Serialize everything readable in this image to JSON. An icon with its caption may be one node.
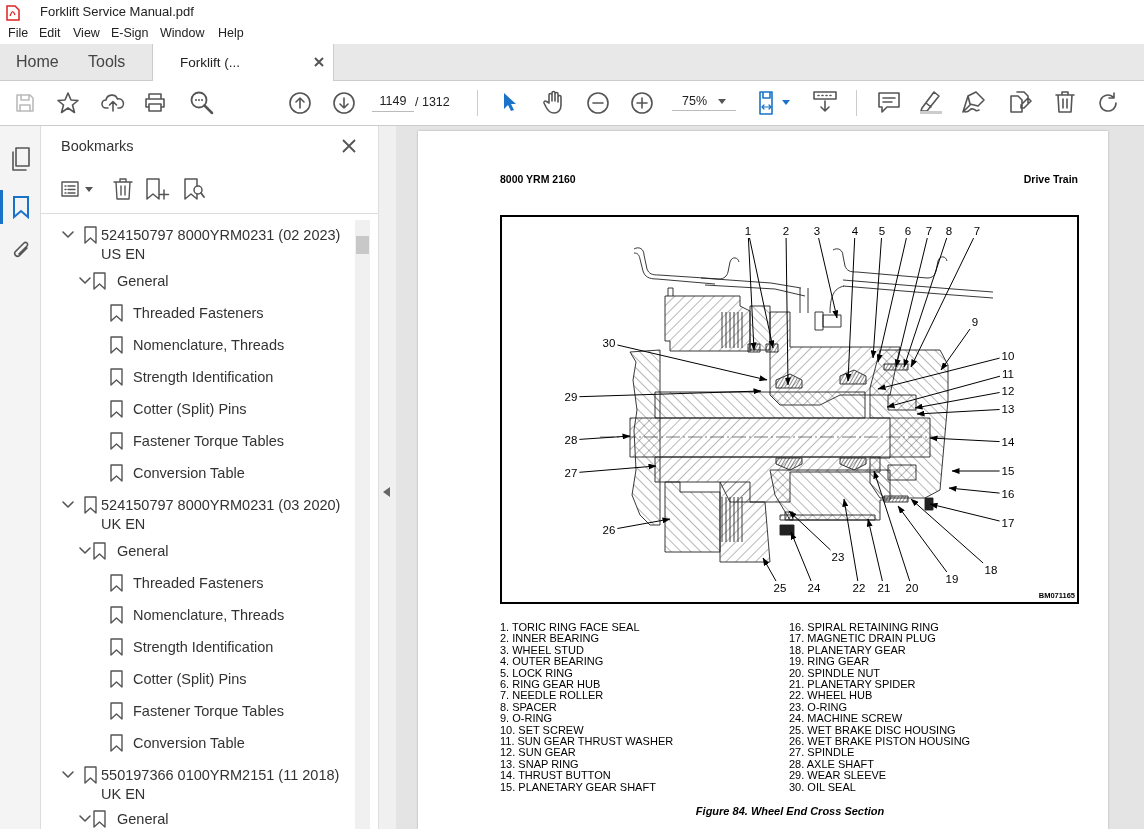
{
  "diagram": {
    "caption": "Figure 84. Wheel End Cross Section",
    "nodes": [
      {
        "text": [
          "1"
        ]
      },
      {
        "text": [
          "2"
        ]
      },
      {
        "text": [
          "3"
        ]
      },
      {
        "text": [
          "4"
        ]
      },
      {
        "text": [
          "5"
        ]
      },
      {
        "text": [
          "6"
        ]
      },
      {
        "text": [
          "7"
        ]
      },
      {
        "text": [
          "8"
        ]
      },
      {
        "text": [
          "7"
        ]
      },
      {
        "text": [
          "9"
        ]
      },
      {
        "text": [
          "10"
        ]
      },
      {
        "text": [
          "11"
        ]
      },
      {
        "text": [
          "12"
        ]
      },
      {
        "text": [
          "13"
        ]
      },
      {
        "text": [
          "14"
        ]
      },
      {
        "text": [
          "15"
        ]
      },
      {
        "text": [
          "16"
        ]
      },
      {
        "text": [
          "17"
        ]
      },
      {
        "text": [
          "18"
        ]
      },
      {
        "text": [
          "19"
        ]
      },
      {
        "text": [
          "20"
        ]
      },
      {
        "text": [
          "21"
        ]
      },
      {
        "text": [
          "22"
        ]
      },
      {
        "text": [
          "23"
        ]
      },
      {
        "text": [
          "24"
        ]
      },
      {
        "text": [
          "25"
        ]
      },
      {
        "text": [
          "26"
        ]
      },
      {
        "text": [
          "27"
        ]
      },
      {
        "text": [
          "28"
        ]
      },
      {
        "text": [
          "29"
        ]
      },
      {
        "text": [
          "30"
        ]
      }
    ],
    "edges": [
      {
        "from": 0,
        "to": null,
        "arrow": "to"
      },
      {
        "from": 0,
        "to": null,
        "arrow": "to"
      },
      {
        "from": 1,
        "to": null,
        "arrow": "to"
      },
      {
        "from": 2,
        "to": null,
        "arrow": "to"
      },
      {
        "from": 3,
        "to": null,
        "arrow": "to"
      },
      {
        "from": 4,
        "to": null,
        "arrow": "to"
      },
      {
        "from": 5,
        "to": null,
        "arrow": "to"
      },
      {
        "from": 6,
        "to": null,
        "arrow": "to"
      },
      {
        "from": 7,
        "to": null,
        "arrow": "to"
      },
      {
        "from": 8,
        "to": null,
        "arrow": "to"
      },
      {
        "from": 9,
        "to": null,
        "arrow": "to"
      },
      {
        "from": 10,
        "to": null,
        "arrow": "to"
      },
      {
        "from": 11,
        "to": null,
        "arrow": "to"
      },
      {
        "from": 12,
        "to": null,
        "arrow": "to"
      },
      {
        "from": 13,
        "to": null,
        "arrow": "to"
      },
      {
        "from": 14,
        "to": null,
        "arrow": "to"
      },
      {
        "from": 15,
        "to": null,
        "arrow": "to"
      },
      {
        "from": 16,
        "to": null,
        "arrow": "to"
      },
      {
        "from": 17,
        "to": null,
        "arrow": "to"
      },
      {
        "from": 18,
        "to": null,
        "arrow": "to"
      },
      {
        "from": 19,
        "to": null,
        "arrow": "to"
      },
      {
        "from": 20,
        "to": null,
        "arrow": "to"
      },
      {
        "from": 21,
        "to": null,
        "arrow": "to"
      },
      {
        "from": 22,
        "to": null,
        "arrow": "to"
      },
      {
        "from": 23,
        "to": null,
        "arrow": "to"
      },
      {
        "from": 24,
        "to": null,
        "arrow": "to"
      },
      {
        "from": 25,
        "to": null,
        "arrow": "to"
      },
      {
        "from": 26,
        "to": null,
        "arrow": "to"
      },
      {
        "from": 27,
        "to": null,
        "arrow": "to"
      },
      {
        "from": 28,
        "to": null,
        "arrow": "to"
      },
      {
        "from": 29,
        "to": null,
        "arrow": "to"
      },
      {
        "from": 30,
        "to": null,
        "arrow": "to"
      }
    ],
    "labels": [
      "Forklift Service Manual.pdf",
      "File",
      "Edit",
      "View",
      "E-Sign",
      "Window",
      "Help",
      "Home",
      "Tools",
      "Forklift (...",
      "1149",
      "/ 1312",
      "75%",
      "Bookmarks",
      "524150797 8000YRM0231 (02 2023) US EN",
      "General",
      "Threaded Fasteners",
      "Nomenclature, Threads",
      "Strength Identification",
      "Cotter (Split) Pins",
      "Fastener Torque Tables",
      "Conversion Table",
      "524150797 8000YRM0231 (03 2020) UK EN",
      "General",
      "Threaded Fasteners",
      "Nomenclature, Threads",
      "Strength Identification",
      "Cotter (Split) Pins",
      "Fastener Torque Tables",
      "Conversion Table",
      "550197366 0100YRM2151 (11 2018) UK EN",
      "General",
      "8000 YRM 2160",
      "Drive Train",
      "BM071165",
      "1. TORIC RING FACE SEAL",
      "2. INNER BEARING",
      "3. WHEEL STUD",
      "4. OUTER BEARING",
      "5. LOCK RING",
      "6. RING GEAR HUB",
      "7. NEEDLE ROLLER",
      "8. SPACER",
      "9. O-RING",
      "10. SET SCREW",
      "11. SUN GEAR THRUST WASHER",
      "12. SUN GEAR",
      "13. SNAP RING",
      "14. THRUST BUTTON",
      "15. PLANETARY GEAR SHAFT",
      "16. SPIRAL RETAINING RING",
      "17. MAGNETIC DRAIN PLUG",
      "18. PLANETARY GEAR",
      "19. RING GEAR",
      "20. SPINDLE NUT",
      "21. PLANETARY SPIDER",
      "22. WHEEL HUB",
      "23. O-RING",
      "24. MACHINE SCREW",
      "25. WET BRAKE DISC HOUSING",
      "26. WET BRAKE PISTON HOUSING",
      "27. SPINDLE",
      "28. AXLE SHAFT",
      "29. WEAR SLEEVE",
      "30. OIL SEAL"
    ]
  }
}
